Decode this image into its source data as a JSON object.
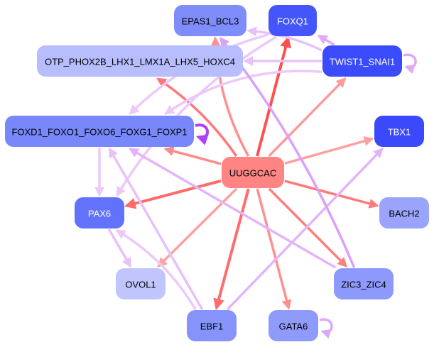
{
  "diagram": {
    "type": "regulatory-network",
    "nodes": [
      {
        "id": "UUGGCAC",
        "label": "UUGGCAC",
        "kind": "mirna-seed",
        "fill": "#ff8585",
        "text_color": "#000000"
      },
      {
        "id": "EPAS1_BCL3",
        "label": "EPAS1_BCL3",
        "kind": "tf",
        "fill": "#7f8dfb",
        "text_color": "#000000"
      },
      {
        "id": "FOXQ1",
        "label": "FOXQ1",
        "kind": "tf",
        "fill": "#4455fb",
        "text_color": "#ffffff"
      },
      {
        "id": "OTP",
        "label": "OTP_PHOX2B_LHX1_LMX1A_LHX5_HOXC4",
        "kind": "tf",
        "fill": "#b7bdfd",
        "text_color": "#000000"
      },
      {
        "id": "TWIST1_SNAI1",
        "label": "TWIST1_SNAI1",
        "kind": "tf",
        "fill": "#3a4bfb",
        "text_color": "#ffffff"
      },
      {
        "id": "FOXD1",
        "label": "FOXD1_FOXO1_FOXO6_FOXG1_FOXP1",
        "kind": "tf",
        "fill": "#7888fb",
        "text_color": "#000000"
      },
      {
        "id": "TBX1",
        "label": "TBX1",
        "kind": "tf",
        "fill": "#3a49fb",
        "text_color": "#ffffff"
      },
      {
        "id": "PAX6",
        "label": "PAX6",
        "kind": "tf",
        "fill": "#6272fb",
        "text_color": "#ffffff"
      },
      {
        "id": "BACH2",
        "label": "BACH2",
        "kind": "tf",
        "fill": "#9aa4fc",
        "text_color": "#000000"
      },
      {
        "id": "OVOL1",
        "label": "OVOL1",
        "kind": "tf",
        "fill": "#c0c6fd",
        "text_color": "#000000"
      },
      {
        "id": "ZIC3_ZIC4",
        "label": "ZIC3_ZIC4",
        "kind": "tf",
        "fill": "#8d99fb",
        "text_color": "#000000"
      },
      {
        "id": "EBF1",
        "label": "EBF1",
        "kind": "tf",
        "fill": "#8593fb",
        "text_color": "#000000"
      },
      {
        "id": "GATA6",
        "label": "GATA6",
        "kind": "tf",
        "fill": "#8f9bfb",
        "text_color": "#000000"
      }
    ],
    "edges": [
      {
        "from": "UUGGCAC",
        "to": "FOXQ1",
        "color": "#ff5050",
        "weight": "strong"
      },
      {
        "from": "UUGGCAC",
        "to": "EPAS1_BCL3",
        "color": "#ff9090",
        "weight": "medium"
      },
      {
        "from": "UUGGCAC",
        "to": "OTP",
        "color": "#ff7878",
        "weight": "medium"
      },
      {
        "from": "UUGGCAC",
        "to": "TWIST1_SNAI1",
        "color": "#ff9a9a",
        "weight": "medium"
      },
      {
        "from": "UUGGCAC",
        "to": "FOXD1",
        "color": "#ff8a8a",
        "weight": "medium"
      },
      {
        "from": "UUGGCAC",
        "to": "TBX1",
        "color": "#ffa0a0",
        "weight": "medium"
      },
      {
        "from": "UUGGCAC",
        "to": "PAX6",
        "color": "#ff6a6a",
        "weight": "strong"
      },
      {
        "from": "UUGGCAC",
        "to": "BACH2",
        "color": "#ff7a7a",
        "weight": "medium"
      },
      {
        "from": "UUGGCAC",
        "to": "OVOL1",
        "color": "#ffa0a0",
        "weight": "medium"
      },
      {
        "from": "UUGGCAC",
        "to": "ZIC3_ZIC4",
        "color": "#ff7f7f",
        "weight": "medium"
      },
      {
        "from": "UUGGCAC",
        "to": "EBF1",
        "color": "#ff6c6c",
        "weight": "strong"
      },
      {
        "from": "UUGGCAC",
        "to": "GATA6",
        "color": "#ff9090",
        "weight": "medium"
      },
      {
        "from": "TWIST1_SNAI1",
        "to": "FOXQ1",
        "color": "#e0a8fb",
        "weight": "weak"
      },
      {
        "from": "TWIST1_SNAI1",
        "to": "EPAS1_BCL3",
        "color": "#e8c0fb",
        "weight": "weak"
      },
      {
        "from": "TWIST1_SNAI1",
        "to": "OTP",
        "color": "#e8c0fb",
        "weight": "weak"
      },
      {
        "from": "TWIST1_SNAI1",
        "to": "TWIST1_SNAI1",
        "color": "#e0a8fb",
        "weight": "weak"
      },
      {
        "from": "TWIST1_SNAI1",
        "to": "FOXD1",
        "color": "#ecc8fb",
        "weight": "weak"
      },
      {
        "from": "FOXQ1",
        "to": "FOXD1",
        "color": "#ecc8fb",
        "weight": "weak"
      },
      {
        "from": "FOXQ1",
        "to": "PAX6",
        "color": "#ecc8fb",
        "weight": "weak"
      },
      {
        "from": "FOXD1",
        "to": "FOXD1",
        "color": "#b040f8",
        "weight": "strong"
      },
      {
        "from": "FOXD1",
        "to": "PAX6",
        "color": "#ecc8fb",
        "weight": "weak"
      },
      {
        "from": "PAX6",
        "to": "OVOL1",
        "color": "#e8c0fb",
        "weight": "weak"
      },
      {
        "from": "EBF1",
        "to": "FOXD1",
        "color": "#e8c0fb",
        "weight": "weak"
      },
      {
        "from": "EBF1",
        "to": "PAX6",
        "color": "#ecc8fb",
        "weight": "weak"
      },
      {
        "from": "EBF1",
        "to": "TBX1",
        "color": "#e4b4fb",
        "weight": "weak"
      },
      {
        "from": "ZIC3_ZIC4",
        "to": "FOXD1",
        "color": "#e4b4fb",
        "weight": "weak"
      },
      {
        "from": "ZIC3_ZIC4",
        "to": "EPAS1_BCL3",
        "color": "#dca0fb",
        "weight": "weak"
      },
      {
        "from": "GATA6",
        "to": "GATA6",
        "color": "#dca8fb",
        "weight": "weak"
      }
    ]
  }
}
